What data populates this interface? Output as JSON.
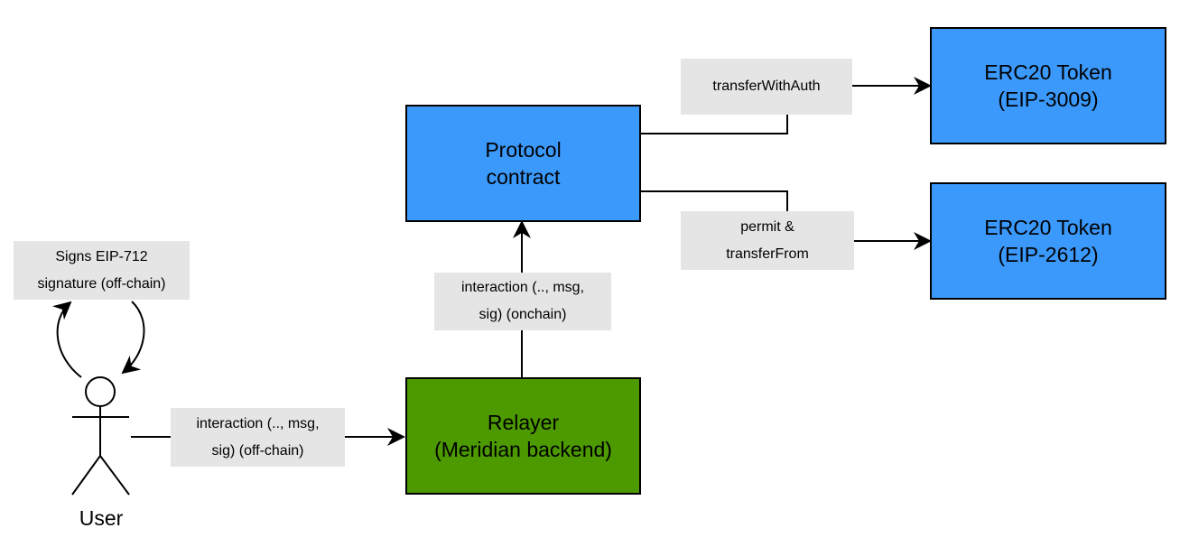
{
  "colors": {
    "contract_fill": "#3b99fc",
    "relayer_fill": "#4d9900",
    "label_fill": "#e5e5e5",
    "stroke": "#000000"
  },
  "nodes": {
    "protocol_contract": {
      "line1": "Protocol",
      "line2": "contract"
    },
    "erc20_eip3009": {
      "line1": "ERC20 Token",
      "line2": "(EIP-3009)"
    },
    "erc20_eip2612": {
      "line1": "ERC20 Token",
      "line2": "(EIP-2612)"
    },
    "relayer": {
      "line1": "Relayer",
      "line2": "(Meridian backend)"
    }
  },
  "actor": {
    "name": "User",
    "icon": "stick-figure-icon"
  },
  "edge_labels": {
    "signs": {
      "line1": "Signs EIP-712",
      "line2": "signature (off-chain)"
    },
    "user_to_relayer": {
      "line1": "interaction (.., msg,",
      "line2": "sig) (off-chain)"
    },
    "relayer_to_contract": {
      "line1": "interaction (.., msg,",
      "line2": "sig) (onchain)"
    },
    "transfer_with_auth": {
      "line1": "transferWithAuth"
    },
    "permit_transfer_from": {
      "line1": "permit &",
      "line2": "transferFrom"
    }
  }
}
